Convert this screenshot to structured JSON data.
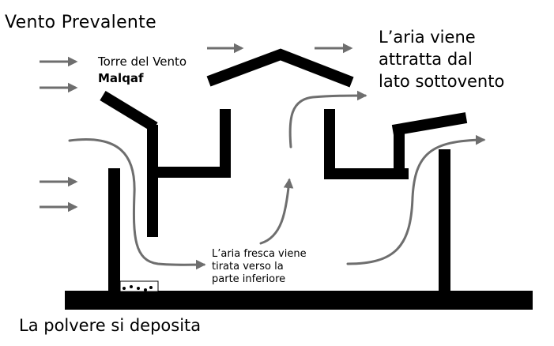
{
  "labels": {
    "prevailing_wind": "Vento Prevalente",
    "tower_title": "Torre del Vento",
    "tower_name": "Malqaf",
    "leeward": "L’aria viene\nattratta dal\nlato sottovento",
    "fresh_air": "L’aria fresca viene\ntirata verso la\nparte inferiore",
    "dust": "La polvere si deposita"
  },
  "colors": {
    "structure": "#000000",
    "airflow": "#6e6e6e",
    "background": "#ffffff"
  },
  "icons": {
    "wind_arrow": "right-arrow",
    "dust": "dots"
  }
}
